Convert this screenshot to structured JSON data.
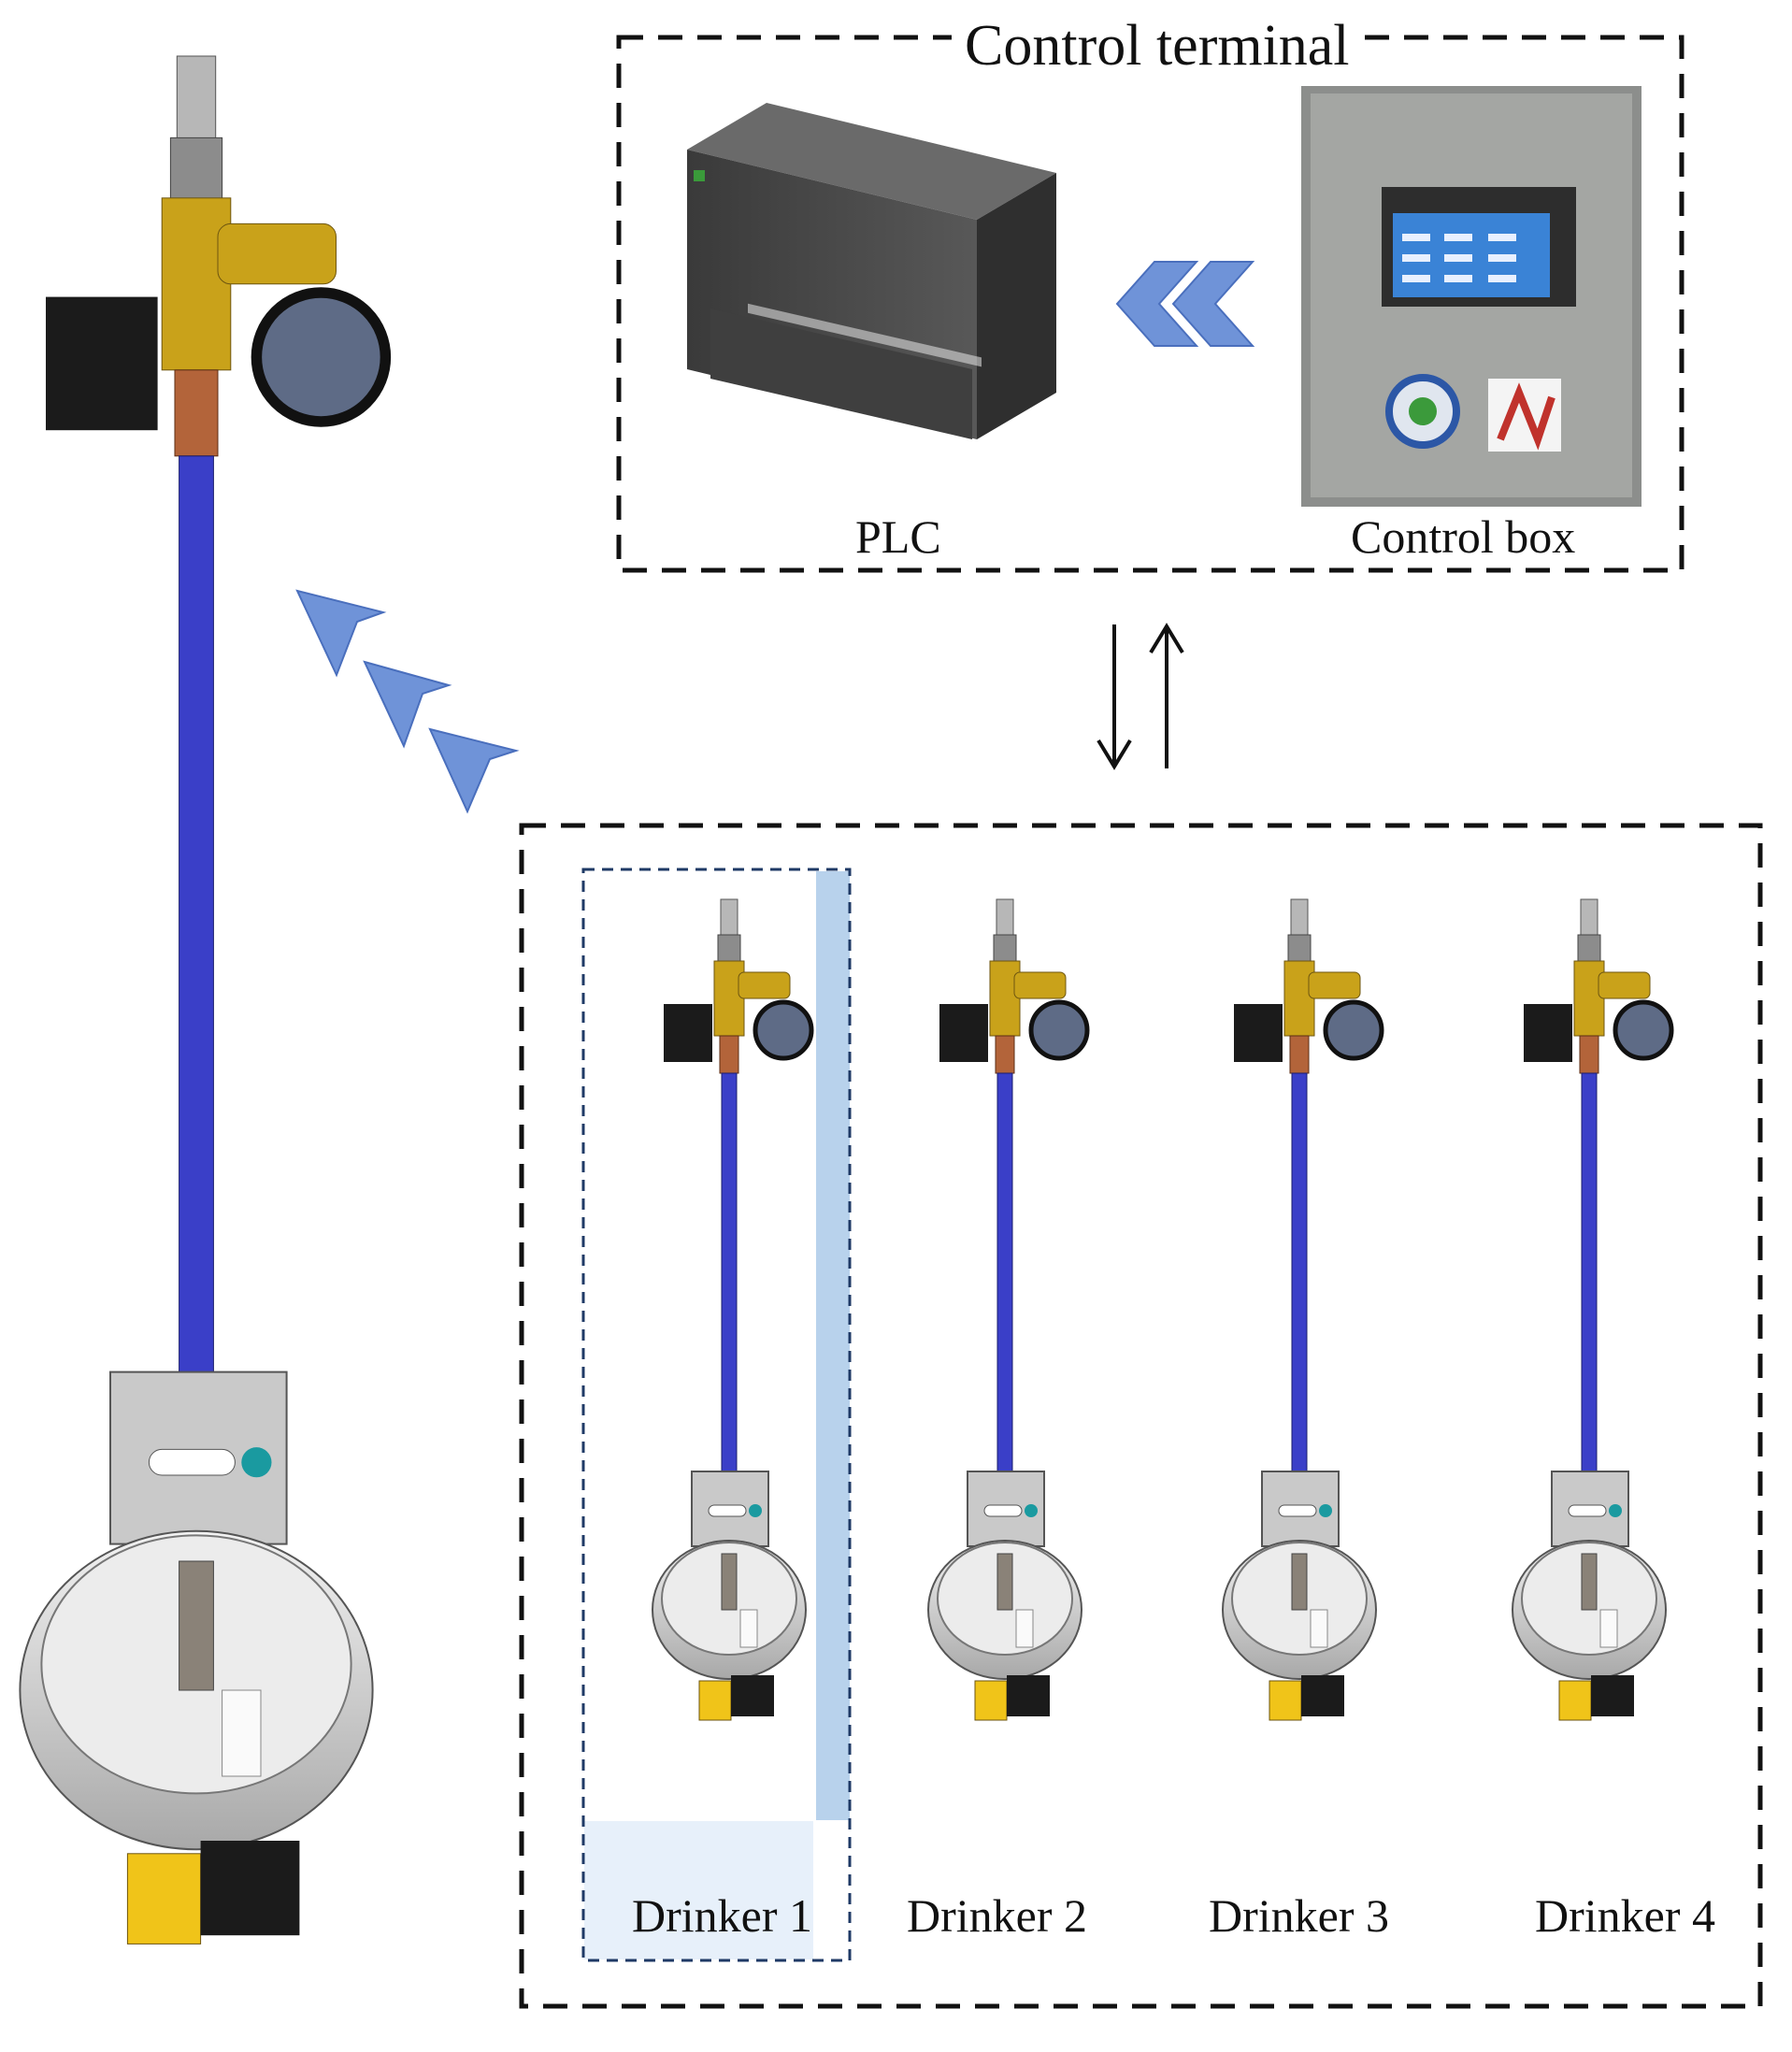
{
  "diagram": {
    "title": "Control terminal",
    "plc_label": "PLC",
    "control_box_label": "Control box",
    "drinkers": [
      {
        "label": "Drinker 1"
      },
      {
        "label": "Drinker 2"
      },
      {
        "label": "Drinker 3"
      },
      {
        "label": "Drinker 4"
      }
    ],
    "colors": {
      "pipe": "#3a3fc8",
      "brass": "#c9a21a",
      "arrow": "#6f93d8",
      "highlight": "#b8d2ec",
      "dashed_border": "#111111",
      "selection_border": "#1f3a66"
    }
  }
}
